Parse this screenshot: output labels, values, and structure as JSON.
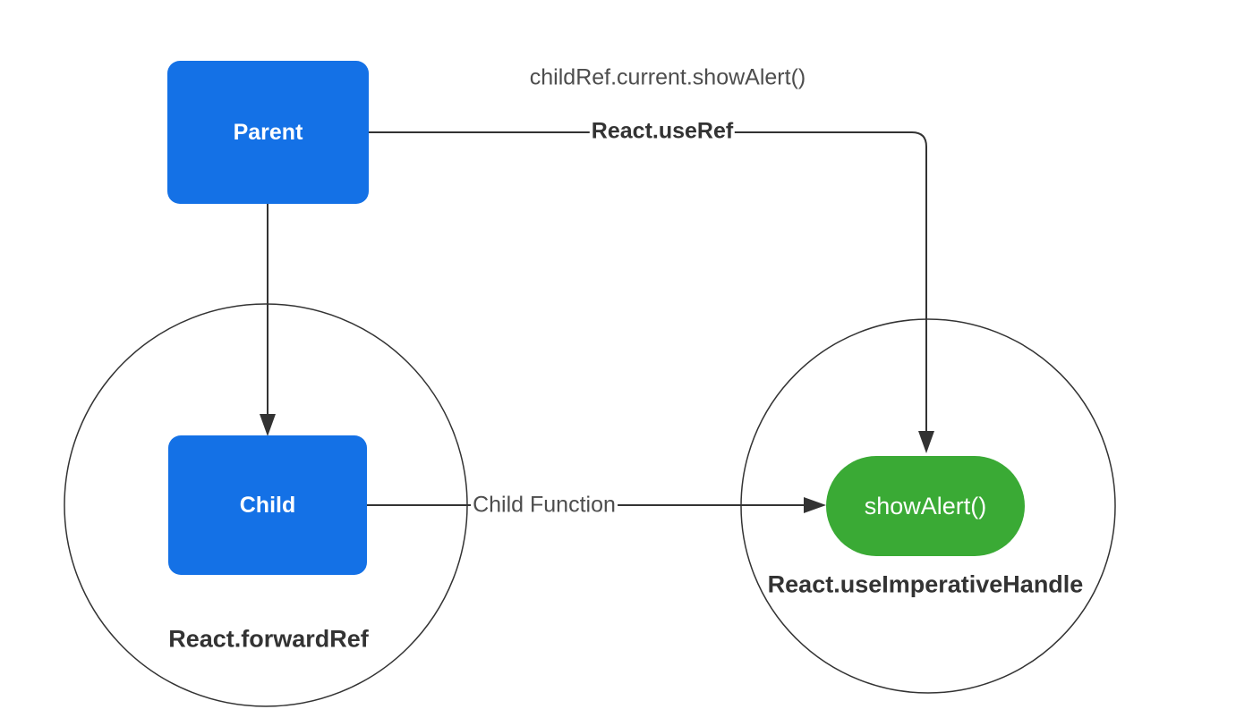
{
  "diagram": {
    "nodes": {
      "parent": {
        "label": "Parent",
        "fill": "#1471e6",
        "text_color": "#ffffff",
        "shape": "rounded-rectangle"
      },
      "child": {
        "label": "Child",
        "fill": "#1471e6",
        "text_color": "#ffffff",
        "shape": "rounded-rectangle"
      },
      "show_alert": {
        "label": "showAlert()",
        "fill": "#3aaa35",
        "text_color": "#ffffff",
        "shape": "pill"
      }
    },
    "groups": {
      "forward_ref": {
        "label": "React.forwardRef"
      },
      "imperative_handle": {
        "label": "React.useImperativeHandle"
      }
    },
    "edges": {
      "use_ref": {
        "label": "React.useRef",
        "annotation": "childRef.current.showAlert()",
        "from": "Parent",
        "to": "showAlert()"
      },
      "parent_to_child": {
        "label": "",
        "from": "Parent",
        "to": "Child"
      },
      "child_function": {
        "label": "Child Function",
        "from": "Child",
        "to": "showAlert()"
      }
    },
    "colors": {
      "node_blue": "#1471e6",
      "node_green": "#3aaa35",
      "line_color": "#333333",
      "gray_text": "#4d4d4d",
      "bold_text": "#333333",
      "bg": "#ffffff"
    }
  }
}
